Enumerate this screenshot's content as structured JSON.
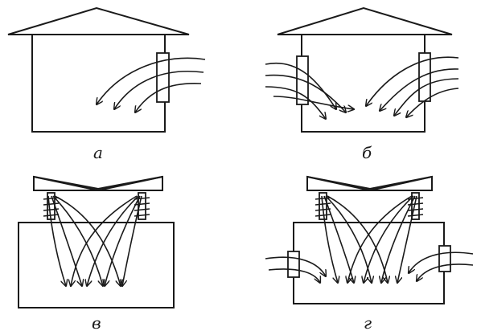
{
  "panels": [
    {
      "id": "a",
      "caption": "а"
    },
    {
      "id": "b",
      "caption": "б"
    },
    {
      "id": "v",
      "caption": "в"
    },
    {
      "id": "g",
      "caption": "г"
    }
  ]
}
